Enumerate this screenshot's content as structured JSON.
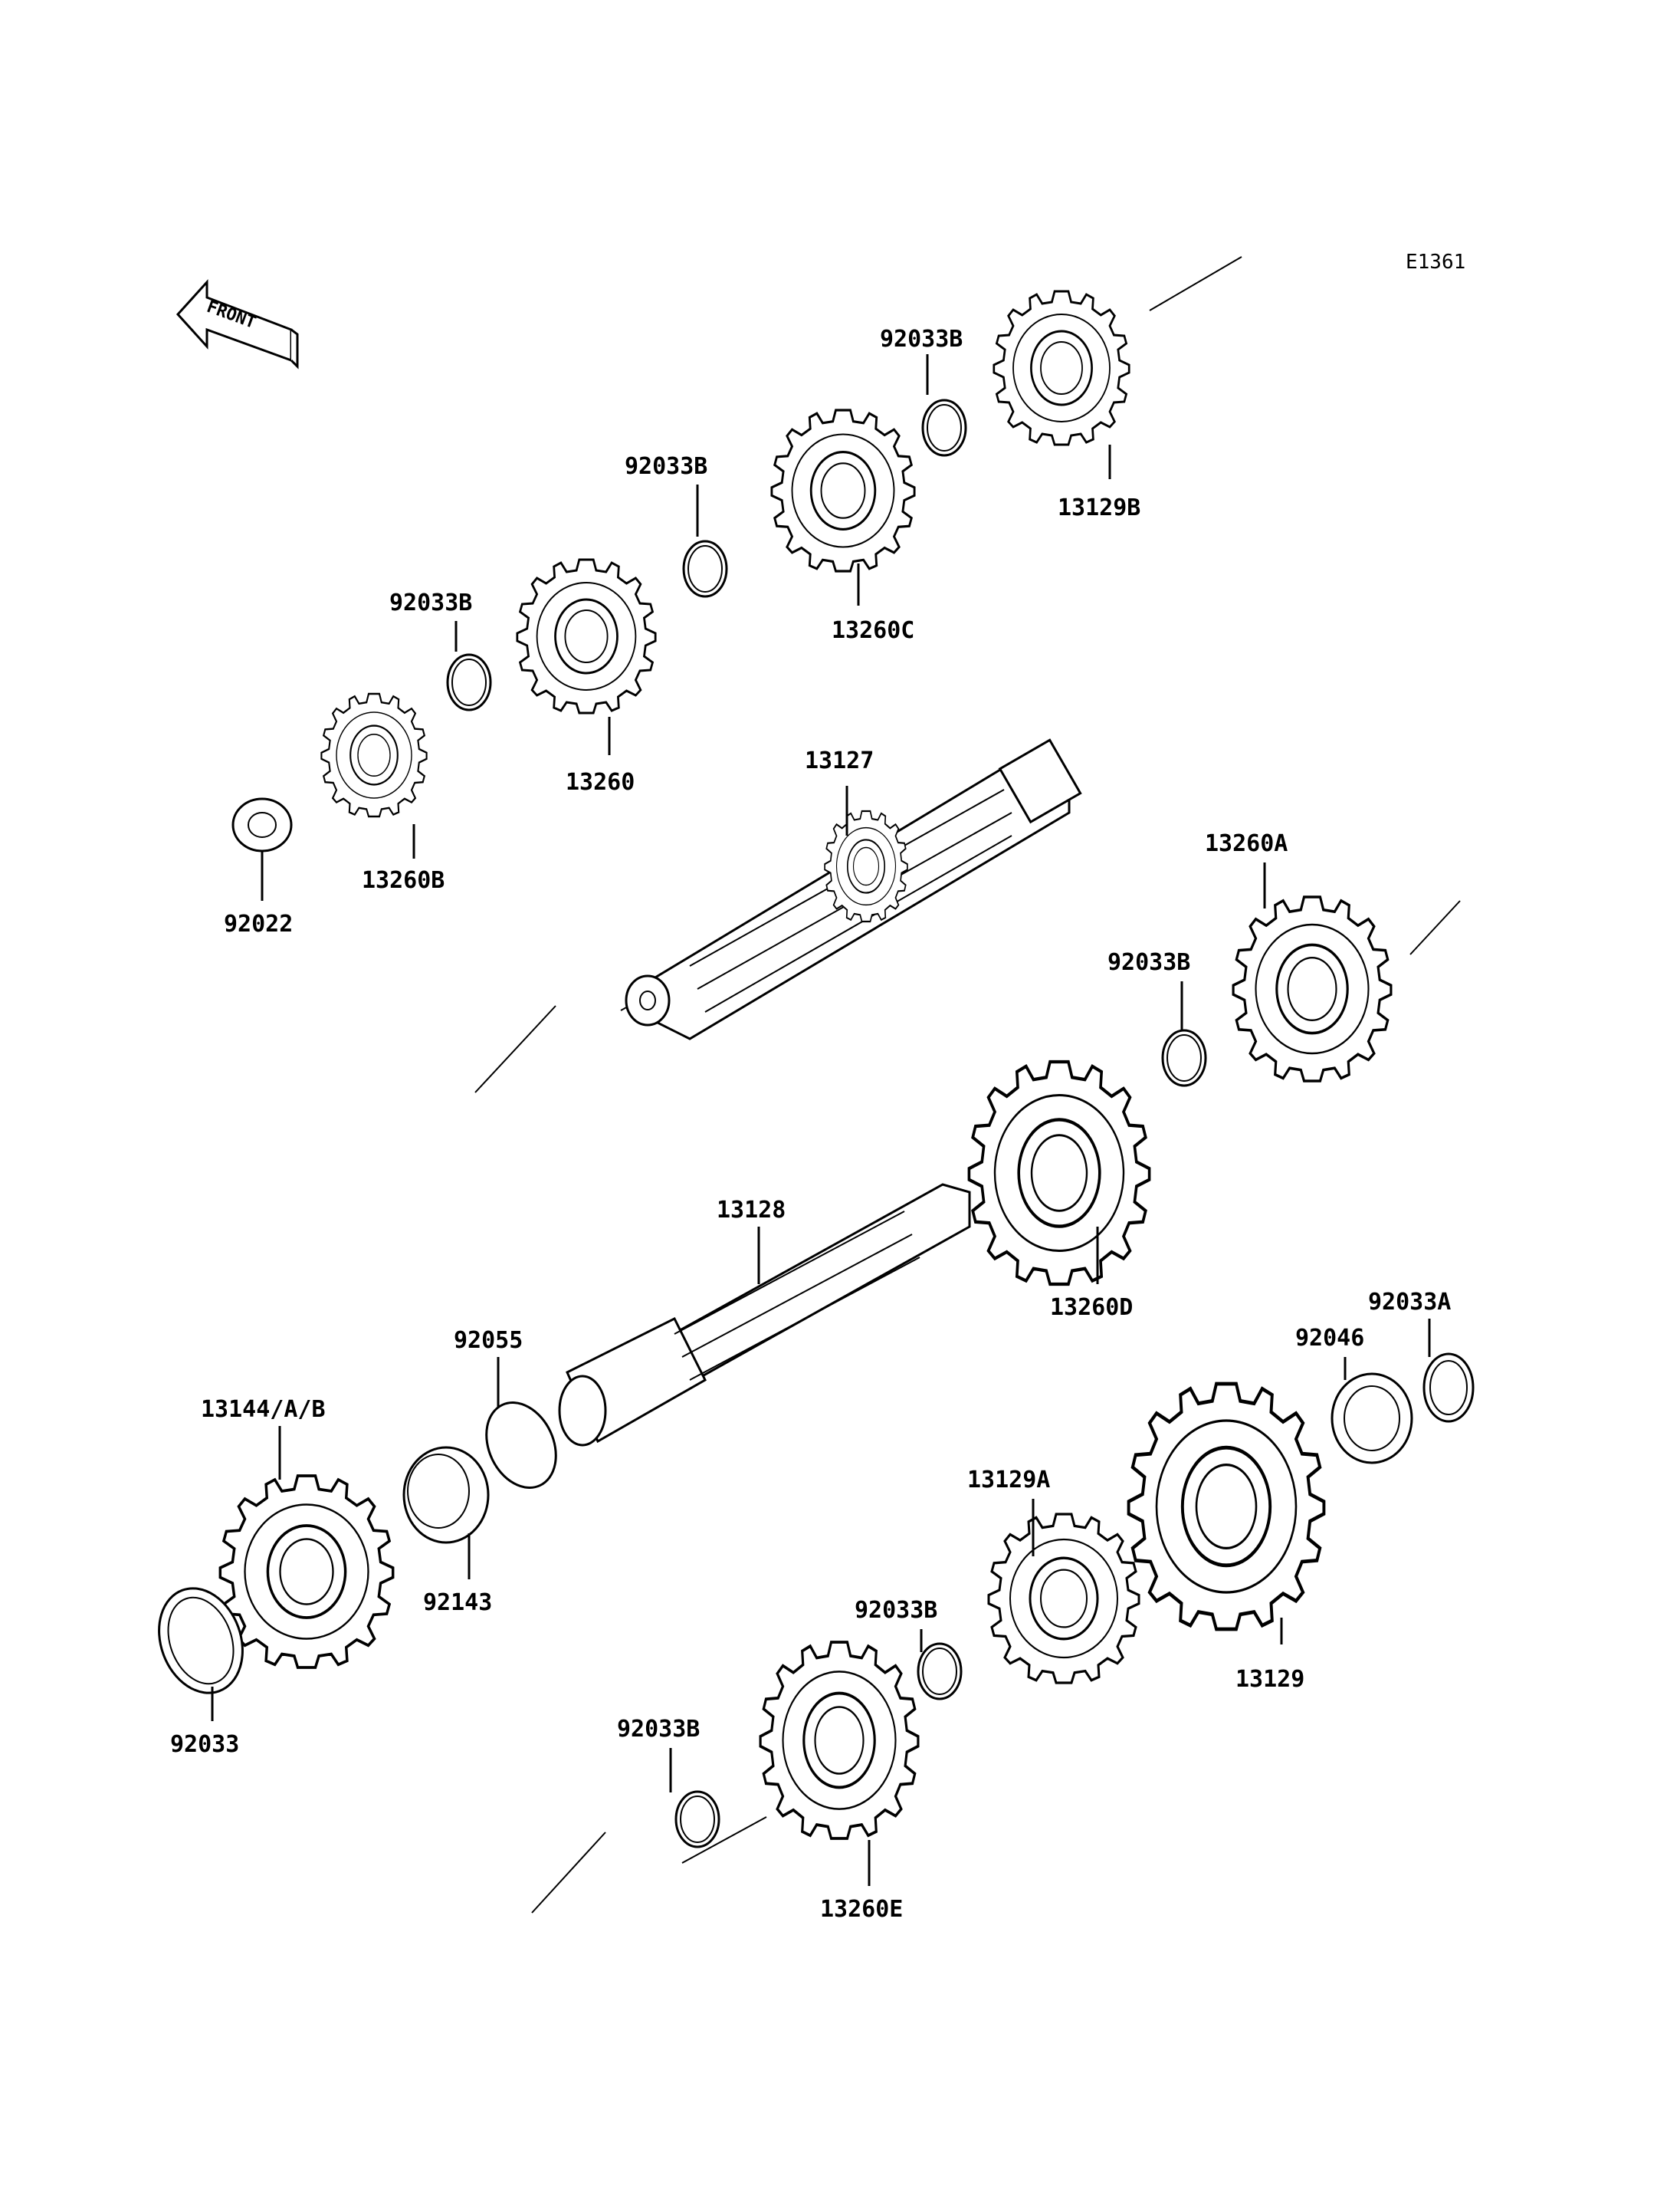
{
  "diagram_id": "E1361",
  "front_arrow": {
    "text": "FRONT",
    "icon": "front-direction-arrow-icon"
  },
  "parts": {
    "p92033B_1": "92033B",
    "p13129B": "13129B",
    "p92033B_2": "92033B",
    "p13260C": "13260C",
    "p92033B_3": "92033B",
    "p13260": "13260",
    "p13260B": "13260B",
    "p92022": "92022",
    "p13127": "13127",
    "p13260A": "13260A",
    "p92033B_4": "92033B",
    "p13128": "13128",
    "p13260D": "13260D",
    "p92033A": "92033A",
    "p92046": "92046",
    "p92055": "92055",
    "p13144": "13144/A/B",
    "p92143": "92143",
    "p13129A": "13129A",
    "p92033B_5": "92033B",
    "p13129": "13129",
    "p92033": "92033",
    "p92033B_6": "92033B",
    "p13260E": "13260E"
  }
}
